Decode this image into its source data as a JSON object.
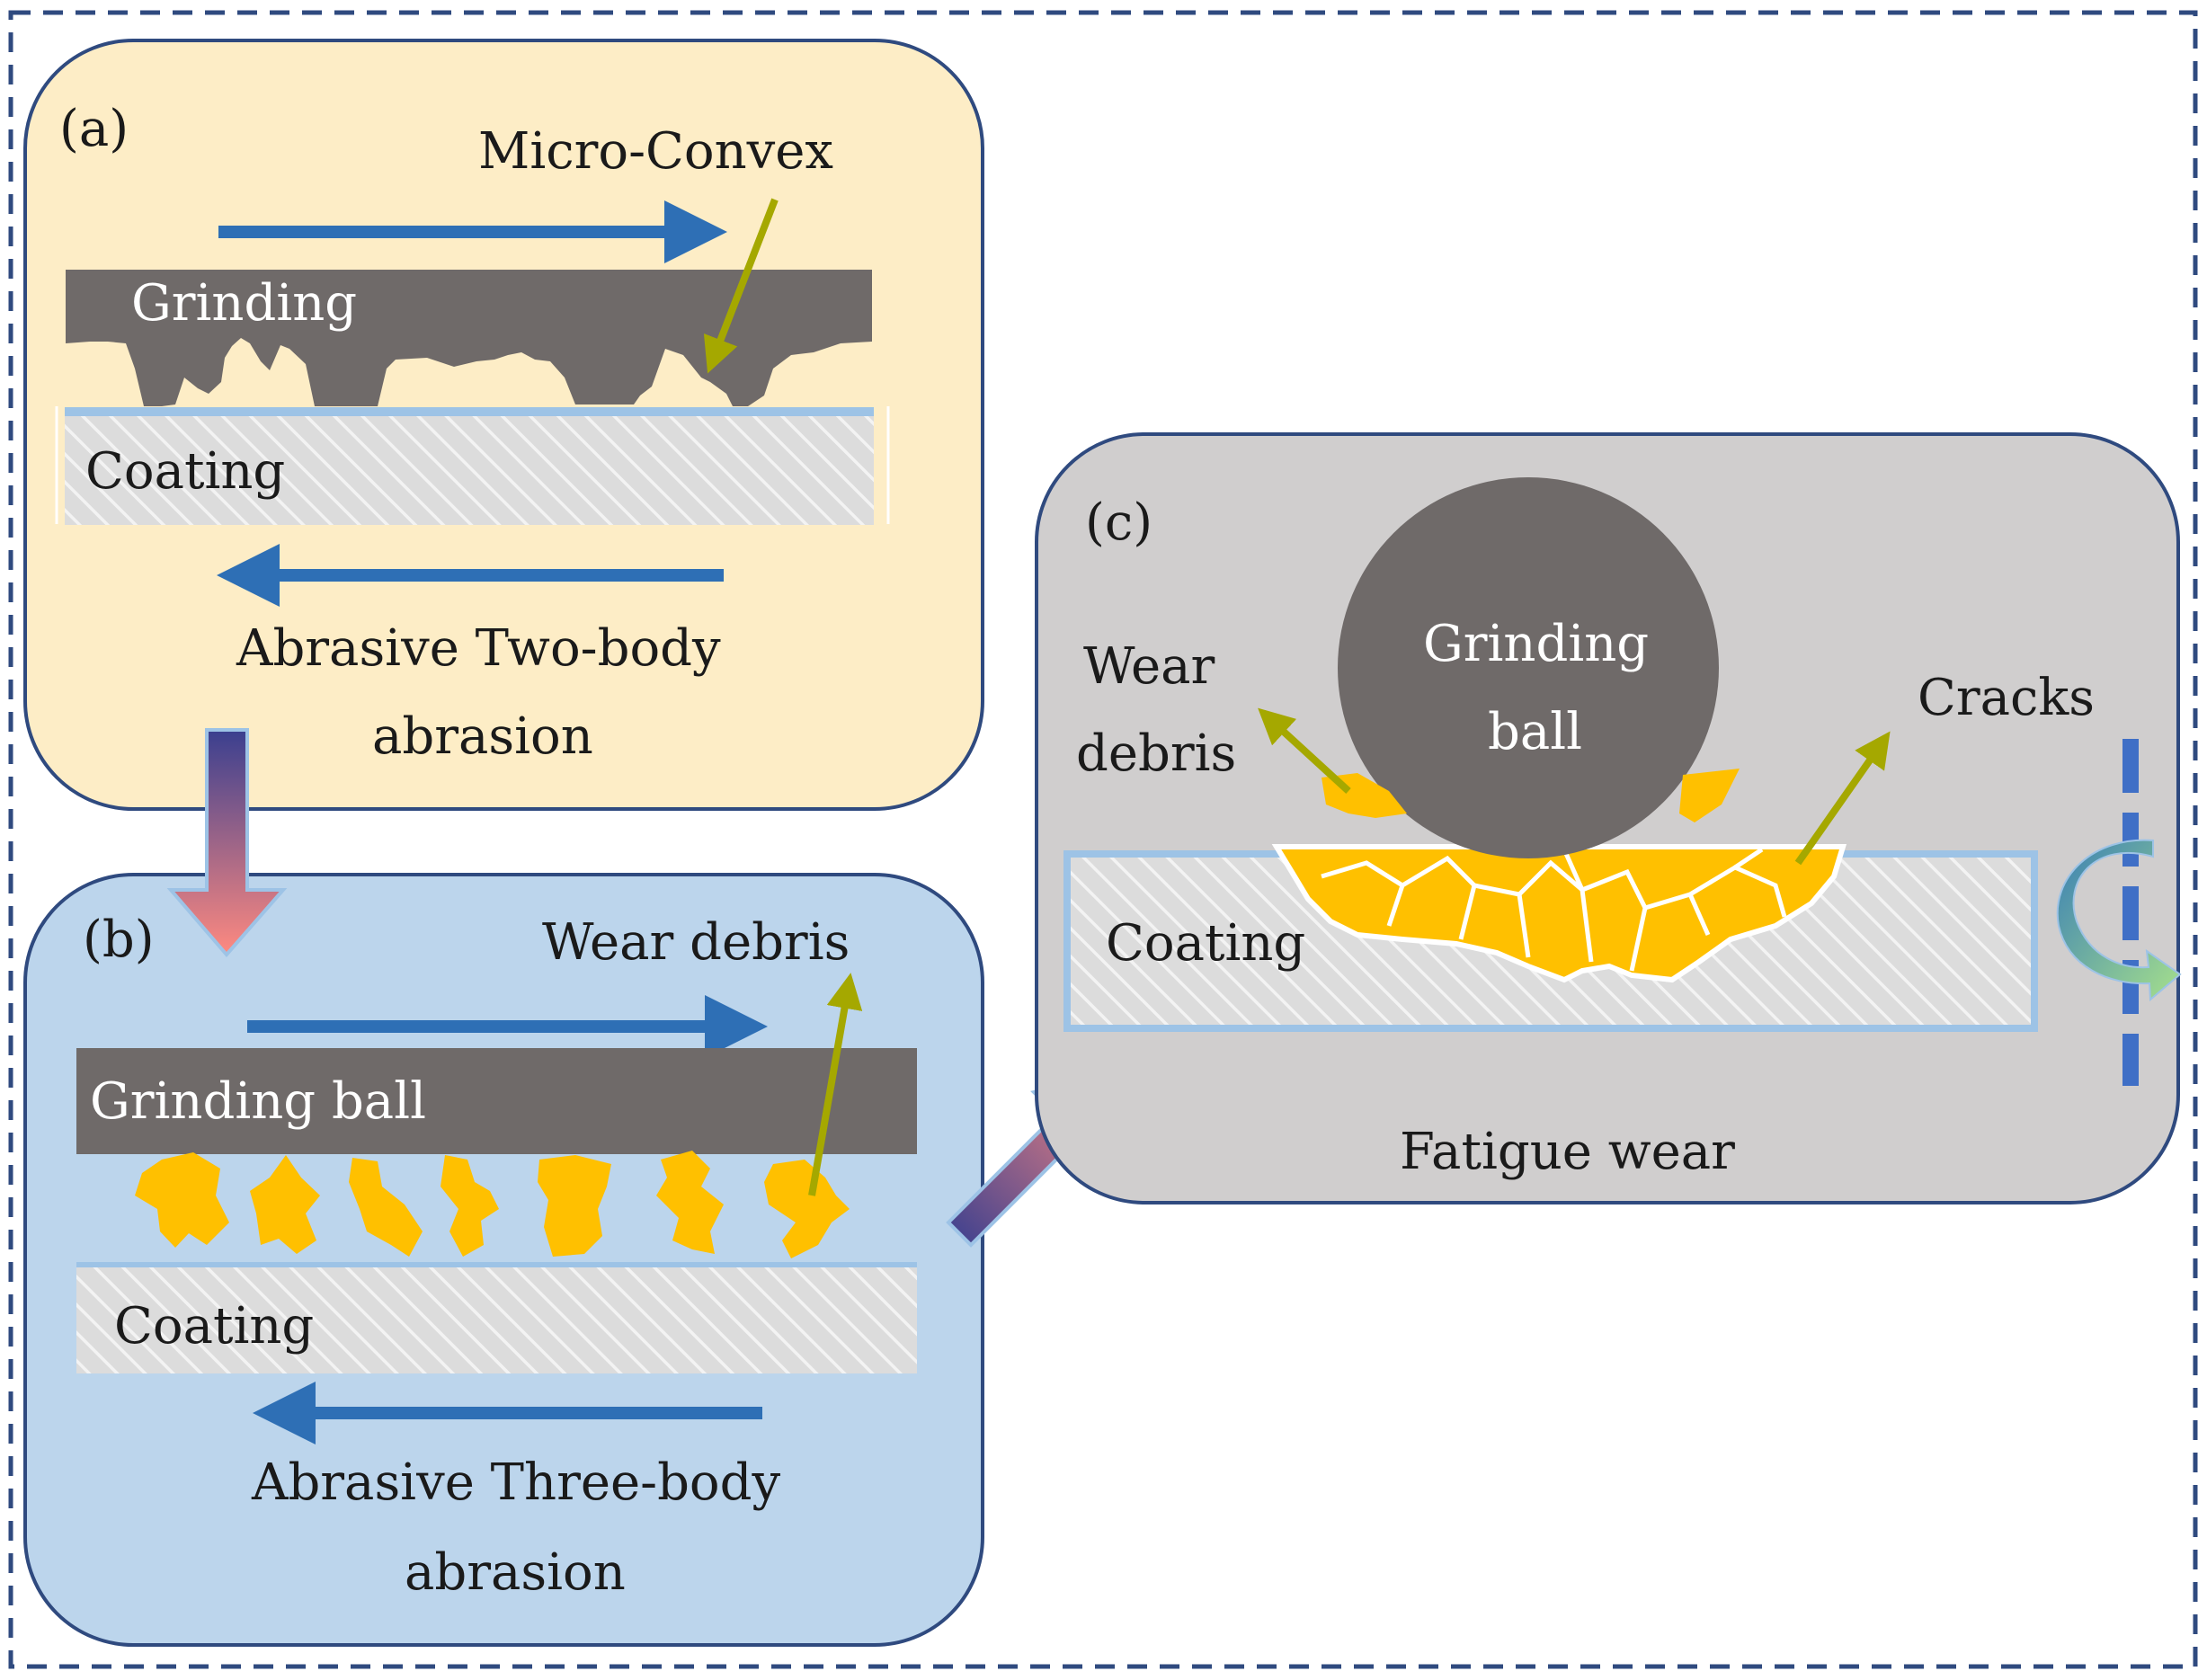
{
  "panels": {
    "a": {
      "tag": "(a)",
      "top_layer": "Grinding",
      "callout": "Micro-Convex",
      "bottom_layer": "Coating",
      "caption_line1": "Abrasive Two-body",
      "caption_line2": "abrasion"
    },
    "b": {
      "tag": "(b)",
      "top_layer": "Grinding ball",
      "callout": "Wear debris",
      "bottom_layer": "Coating",
      "caption_line1": "Abrasive Three-body",
      "caption_line2": "abrasion"
    },
    "c": {
      "tag": "(c)",
      "ball_line1": "Grinding",
      "ball_line2": "ball",
      "debris_line1": "Wear",
      "debris_line2": "debris",
      "cracks": "Cracks",
      "bottom_layer": "Coating",
      "caption": "Fatigue wear"
    }
  },
  "colors": {
    "panel_a_fill": "#fdedc6",
    "panel_b_fill": "#bcd5ec",
    "panel_c_fill": "#d0cece",
    "panel_border": "#2f4a7f",
    "grinding": "#6f6a69",
    "coating": "#d9d9d9",
    "debris": "#ffc000",
    "motion_arrow": "#2e6fb5",
    "callout_arrow": "#a5a800",
    "outer_border": "#2f4a7f"
  }
}
